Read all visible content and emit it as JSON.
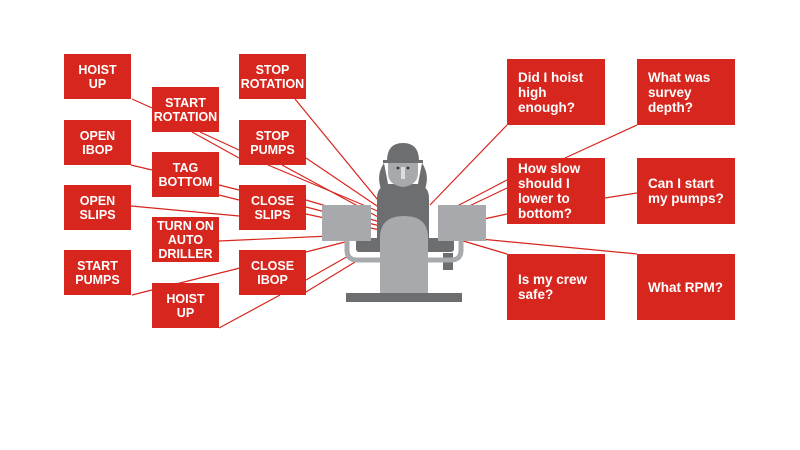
{
  "colors": {
    "accent": "#d7261e",
    "figure_dark": "#6d6e70",
    "figure_light": "#a7a9ac"
  },
  "actions": [
    {
      "label": "HOIST\nUP"
    },
    {
      "label": "START\nROTATION"
    },
    {
      "label": "STOP\nROTATION"
    },
    {
      "label": "OPEN\nIBOP"
    },
    {
      "label": "STOP\nPUMPS"
    },
    {
      "label": "TAG\nBOTTOM"
    },
    {
      "label": "OPEN\nSLIPS"
    },
    {
      "label": "CLOSE\nSLIPS"
    },
    {
      "label": "TURN ON\nAUTO\nDRILLER"
    },
    {
      "label": "START\nPUMPS"
    },
    {
      "label": "CLOSE\nIBOP"
    },
    {
      "label": "HOIST\nUP"
    }
  ],
  "questions": [
    {
      "label": "Did I hoist\nhigh enough?"
    },
    {
      "label": "What was\nsurvey depth?"
    },
    {
      "label": "How slow\nshould I\nlower to\nbottom?"
    },
    {
      "label": "Can I start\nmy pumps?"
    },
    {
      "label": "Is my crew\nsafe?"
    },
    {
      "label": "What RPM?"
    }
  ]
}
